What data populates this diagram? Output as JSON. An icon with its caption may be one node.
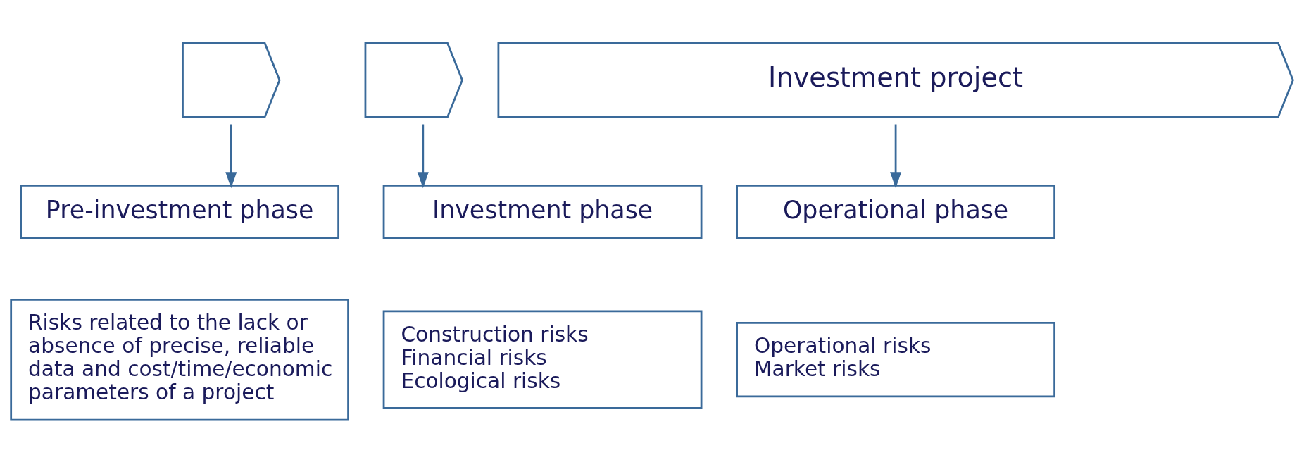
{
  "diagram": {
    "nodes": [
      {
        "text": [],
        "shape": "chevron"
      },
      {
        "text": [],
        "shape": "chevron"
      },
      {
        "text": [
          "Investment project"
        ]
      },
      {
        "text": [
          "Pre-investment phase"
        ]
      },
      {
        "text": [
          "Investment phase"
        ]
      },
      {
        "text": [
          "Operational phase"
        ]
      },
      {
        "text": [
          "Risks related to the lack or absence of precise, reliable data and cost/time/economic parameters of a project"
        ]
      },
      {
        "text": [
          "Construction risks",
          "Financial risks",
          "Ecological risks"
        ]
      },
      {
        "text": [
          "Operational risks",
          "Market risks"
        ]
      }
    ],
    "edges": [
      {
        "from": 0,
        "to": 3,
        "arrow": "to"
      },
      {
        "from": 1,
        "to": 4,
        "arrow": "to"
      },
      {
        "from": 2,
        "to": 5,
        "arrow": "to"
      }
    ]
  }
}
